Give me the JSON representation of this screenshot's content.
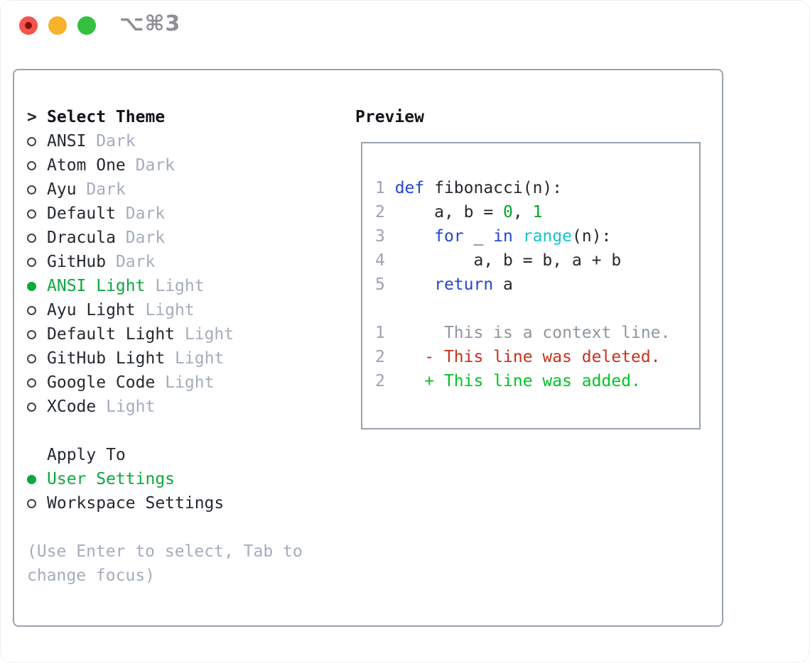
{
  "titlebar": {
    "shortcut": "⌥⌘3",
    "lights": [
      "close",
      "minimize",
      "zoom"
    ]
  },
  "theme_panel": {
    "header_marker": ">",
    "header": "Select Theme",
    "items": [
      {
        "name": "ANSI",
        "variant": "Dark",
        "selected": false
      },
      {
        "name": "Atom One",
        "variant": "Dark",
        "selected": false
      },
      {
        "name": "Ayu",
        "variant": "Dark",
        "selected": false
      },
      {
        "name": "Default",
        "variant": "Dark",
        "selected": false
      },
      {
        "name": "Dracula",
        "variant": "Dark",
        "selected": false
      },
      {
        "name": "GitHub",
        "variant": "Dark",
        "selected": false
      },
      {
        "name": "ANSI Light",
        "variant": "Light",
        "selected": true
      },
      {
        "name": "Ayu Light",
        "variant": "Light",
        "selected": false
      },
      {
        "name": "Default Light",
        "variant": "Light",
        "selected": false
      },
      {
        "name": "GitHub Light",
        "variant": "Light",
        "selected": false
      },
      {
        "name": "Google Code",
        "variant": "Light",
        "selected": false
      },
      {
        "name": "XCode",
        "variant": "Light",
        "selected": false
      }
    ],
    "apply_to": {
      "header": "Apply To",
      "options": [
        {
          "name": "User Settings",
          "selected": true
        },
        {
          "name": "Workspace Settings",
          "selected": false
        }
      ]
    },
    "help_lines": [
      "(Use Enter to select, Tab to",
      "change focus)"
    ]
  },
  "preview": {
    "header": "Preview",
    "code_lines": [
      {
        "num": "1",
        "segments": [
          {
            "t": "def",
            "c": "kw"
          },
          {
            "t": " fibonacci(n):",
            "c": "plain"
          }
        ]
      },
      {
        "num": "2",
        "segments": [
          {
            "t": "    a, b = ",
            "c": "plain"
          },
          {
            "t": "0",
            "c": "num"
          },
          {
            "t": ", ",
            "c": "plain"
          },
          {
            "t": "1",
            "c": "num"
          }
        ]
      },
      {
        "num": "3",
        "segments": [
          {
            "t": "    ",
            "c": "plain"
          },
          {
            "t": "for",
            "c": "kw"
          },
          {
            "t": " _ ",
            "c": "plain"
          },
          {
            "t": "in",
            "c": "kw"
          },
          {
            "t": " ",
            "c": "plain"
          },
          {
            "t": "range",
            "c": "fn"
          },
          {
            "t": "(n):",
            "c": "plain"
          }
        ]
      },
      {
        "num": "4",
        "segments": [
          {
            "t": "        a, b = b, a + b",
            "c": "plain"
          }
        ]
      },
      {
        "num": "5",
        "segments": [
          {
            "t": "    ",
            "c": "plain"
          },
          {
            "t": "return",
            "c": "kw"
          },
          {
            "t": " a",
            "c": "plain"
          }
        ]
      }
    ],
    "diff_lines": [
      {
        "num": "1",
        "segments": [
          {
            "t": "     This is a context line.",
            "c": "context"
          }
        ]
      },
      {
        "num": "2",
        "segments": [
          {
            "t": "   ",
            "c": "plain"
          },
          {
            "t": "- This line was deleted.",
            "c": "del"
          }
        ]
      },
      {
        "num": "2",
        "segments": [
          {
            "t": "   ",
            "c": "plain"
          },
          {
            "t": "+ This line was added.",
            "c": "add"
          }
        ]
      }
    ]
  },
  "colors": {
    "text": "#24292f",
    "muted": "#a4adbb",
    "lineno": "#9aa3b2",
    "context": "#8e969e",
    "border": "#9aa3ae",
    "accent_green": "#0ca73e",
    "keyword_blue": "#2145d4",
    "number_green": "#00a62b",
    "builtin_cyan": "#17c3cd",
    "deleted_red": "#c9301a",
    "added_green": "#00c424",
    "traffic_red": "#f4544d",
    "traffic_red_dot": "#7e120d",
    "traffic_yellow": "#f6b32b",
    "traffic_green": "#33c13f"
  }
}
